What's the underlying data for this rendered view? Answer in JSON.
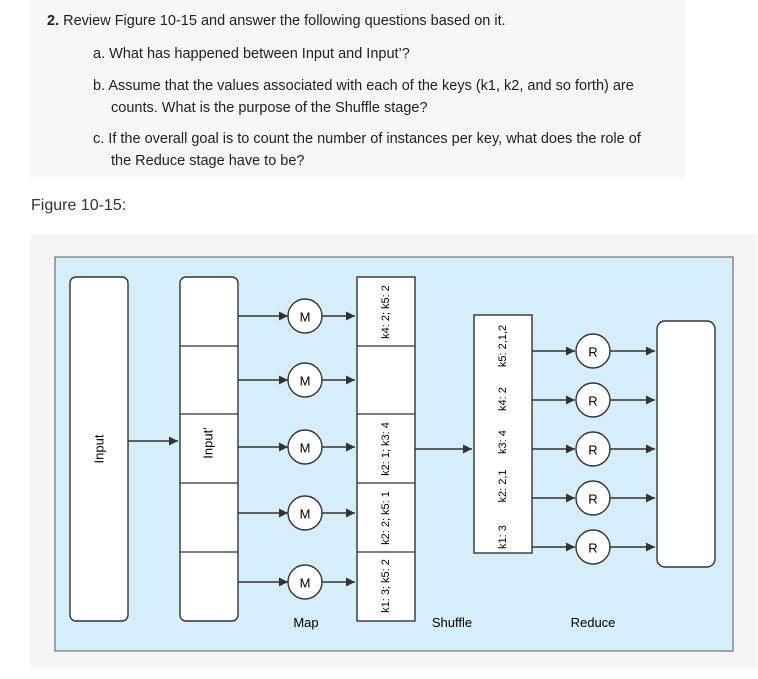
{
  "question": {
    "number": "2.",
    "prompt": "Review Figure 10-15 and answer the following questions based on it.",
    "a": "a. What has happened between Input and Input’?",
    "b_line1": "b. Assume that the values associated with each of the keys (k1, k2, and so forth) are",
    "b_line2": "counts. What is the purpose of the Shuffle stage?",
    "c_line1": "c. If the overall goal is to count the number of instances per key, what does the role of",
    "c_line2": "the Reduce stage have to be?"
  },
  "figure_label": "Figure 10-15:",
  "diagram": {
    "input_label": "Input",
    "input_prime_label": "Input'",
    "map_node": "M",
    "reduce_node": "R",
    "map_outputs": [
      "k4: 2; k5: 2",
      "",
      "k2: 1; k3: 4",
      "k2: 2; k5: 1",
      "k1: 3; k5: 2"
    ],
    "shuffle_keys": [
      "k1: 3",
      "k2: 2,1",
      "k3: 4",
      "k4: 2",
      "k5: 2,1,2"
    ],
    "stage_map": "Map",
    "stage_shuffle": "Shuffle",
    "stage_reduce": "Reduce",
    "colors": {
      "background": "#d6eefa",
      "stroke": "#333333",
      "box_fill": "#ffffff"
    }
  }
}
